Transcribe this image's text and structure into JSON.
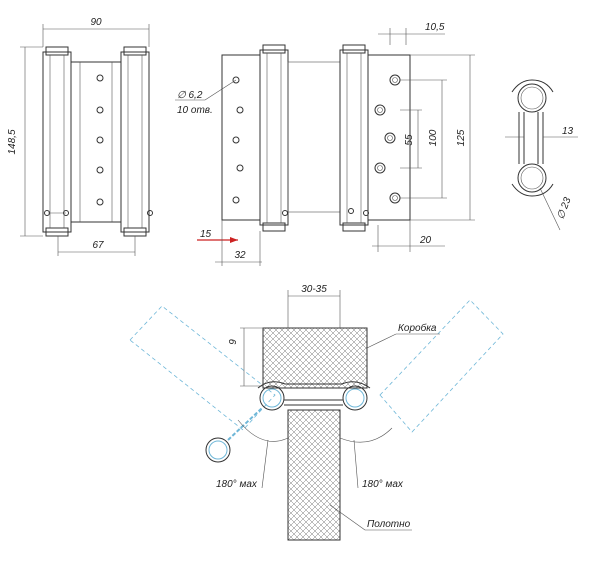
{
  "dimensions": {
    "width_90": "90",
    "height_148_5": "148,5",
    "leaf_67": "67",
    "hole_dia": "∅ 6,2",
    "holes_count": "10 отв.",
    "edge_15": "15",
    "depth_32": "32",
    "offset_10_5": "10,5",
    "spacing_55": "55",
    "span_100": "100",
    "total_125": "125",
    "gap_20": "20",
    "thickness_13": "13",
    "barrel_dia": "∅ 23",
    "frame_gap": "30-35",
    "clearance_9": "9"
  },
  "labels": {
    "frame": "Коробка",
    "door_leaf": "Полотно",
    "angle_left": "180° мах",
    "angle_right": "180° мах"
  },
  "colors": {
    "stroke": "#333333",
    "dashed_outline": "#6fb7d8",
    "red_mark": "#cc2222"
  }
}
